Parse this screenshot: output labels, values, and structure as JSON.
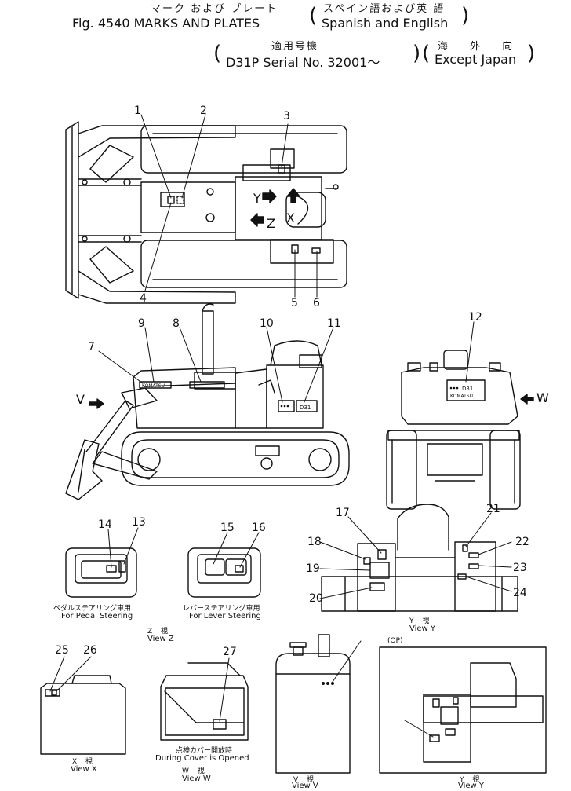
{
  "header": {
    "title_jp": "マーク および プレート",
    "title_en": "Fig. 4540 MARKS AND PLATES",
    "lang_jp": "スペイン語および英 語",
    "lang_en": "Spanish and English",
    "serial_jp": "適用号機",
    "serial_en": "D31P Serial No. 32001～",
    "region_jp": "海 外 向",
    "region_en": "Except Japan"
  },
  "callouts": [
    "1",
    "2",
    "3",
    "4",
    "5",
    "6",
    "7",
    "8",
    "9",
    "10",
    "11",
    "12",
    "13",
    "14",
    "15",
    "16",
    "17",
    "18",
    "19",
    "20",
    "21",
    "22",
    "23",
    "24",
    "25",
    "26",
    "27"
  ],
  "view_arrows": {
    "y": "Y",
    "x": "X",
    "z": "Z",
    "v": "V",
    "w": "W"
  },
  "plate_texts": {
    "komatsu": "KOMATSU",
    "model": "D31",
    "model_w": "D31"
  },
  "captions": {
    "pedal_jp": "ペダルステアリング車用",
    "pedal_en": "For Pedal Steering",
    "lever_jp": "レバーステアリング車用",
    "lever_en": "For Lever Steering",
    "view_z_jp": "Z 視",
    "view_z_en": "View Z",
    "view_y_jp": "Y 視",
    "view_y_en": "View Y",
    "view_x_jp": "X 視",
    "view_x_en": "View X",
    "cover_jp": "点検カバー開放時",
    "cover_en": "During Cover is Opened",
    "view_w_jp": "W 視",
    "view_w_en": "View W",
    "view_v_jp": "V 視",
    "view_v_en": "View V",
    "op": "(OP)",
    "view_y2_jp": "Y 視",
    "view_y2_en": "View Y"
  }
}
